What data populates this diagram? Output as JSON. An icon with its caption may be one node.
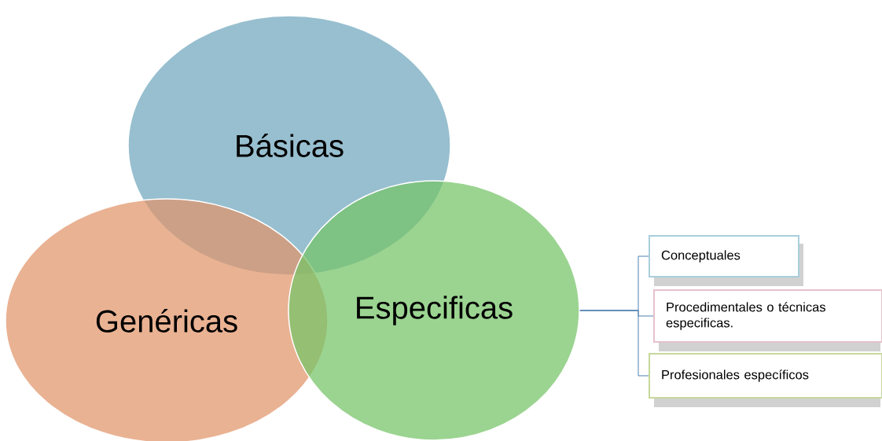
{
  "diagram": {
    "nodes": [
      {
        "text": [
          "Básicas"
        ]
      },
      {
        "text": [
          "Genéricas"
        ]
      },
      {
        "text": [
          "Especificas"
        ]
      },
      {
        "text": [
          "Conceptuales"
        ]
      },
      {
        "text": [
          "Procedimentales o técnicas especificas."
        ]
      },
      {
        "text": [
          "Profesionales específicos"
        ]
      }
    ],
    "edges": [
      {
        "from": 2,
        "to": 3,
        "arrow": "none"
      },
      {
        "from": 2,
        "to": 4,
        "arrow": "none"
      },
      {
        "from": 2,
        "to": 5,
        "arrow": "none"
      }
    ]
  }
}
